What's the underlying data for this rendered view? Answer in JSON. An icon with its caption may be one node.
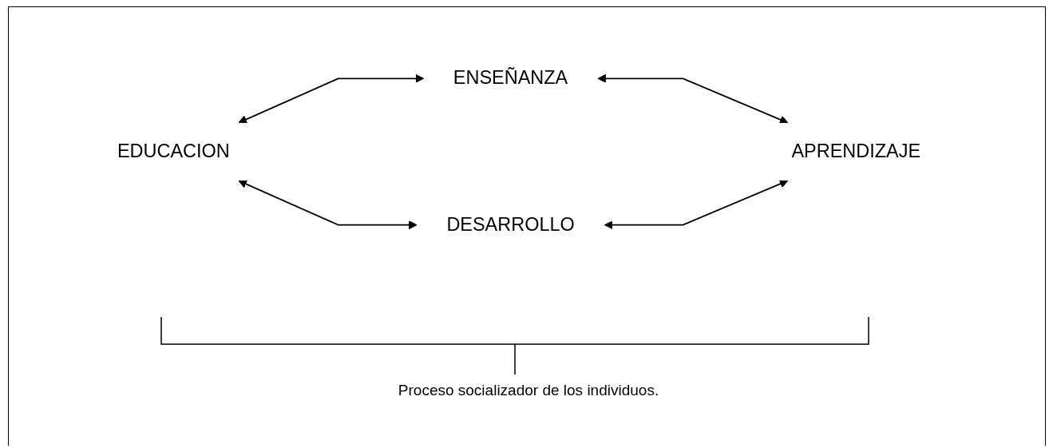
{
  "diagram": {
    "nodes": [
      {
        "text": [
          "ENSEÑANZA"
        ]
      },
      {
        "text": [
          "EDUCACION"
        ]
      },
      {
        "text": [
          "APRENDIZAJE"
        ]
      },
      {
        "text": [
          "DESARROLLO"
        ]
      }
    ],
    "edges": [
      {
        "from": 1,
        "to": 0,
        "arrow": "both"
      },
      {
        "from": 0,
        "to": 2,
        "arrow": "both"
      },
      {
        "from": 1,
        "to": 3,
        "arrow": "both"
      },
      {
        "from": 3,
        "to": 2,
        "arrow": "both"
      }
    ],
    "labels": [
      "Proceso socializador de los individuos."
    ]
  }
}
